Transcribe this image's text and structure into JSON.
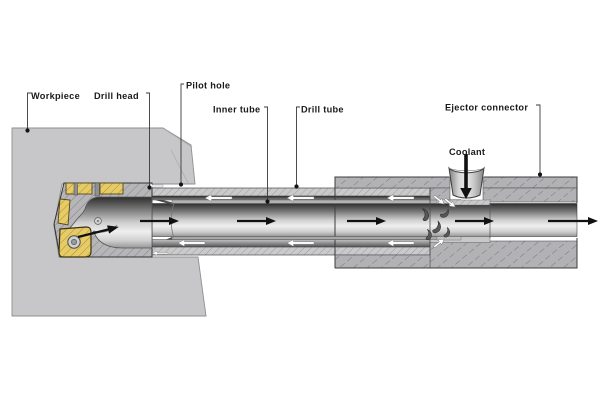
{
  "diagram": {
    "subject": "Ejector deep-hole drilling system, sectional diagram",
    "background_color": "#ffffff",
    "labels": {
      "workpiece": "Workpiece",
      "drill_head": "Drill head",
      "pilot_hole": "Pilot hole",
      "inner_tube": "Inner tube",
      "drill_tube": "Drill tube",
      "ejector_connector": "Ejector connector",
      "coolant": "Coolant"
    },
    "flows": {
      "coolant_inlet_direction": "down",
      "coolant_annulus_direction": "left",
      "chip_transport_direction": "right",
      "outlet_direction": "right"
    },
    "colors": {
      "workpiece": "#c7c7c9",
      "steel_section": "#b6b6b8",
      "tube_wall_section": "#cacacc",
      "guide_pad_yellow": "#e6cb66",
      "bore_dark": "#2e2e2e",
      "bore_light": "#efefef",
      "arrow_black": "#111111",
      "arrow_white": "#ffffff",
      "label_text": "#1a1a1a"
    }
  }
}
